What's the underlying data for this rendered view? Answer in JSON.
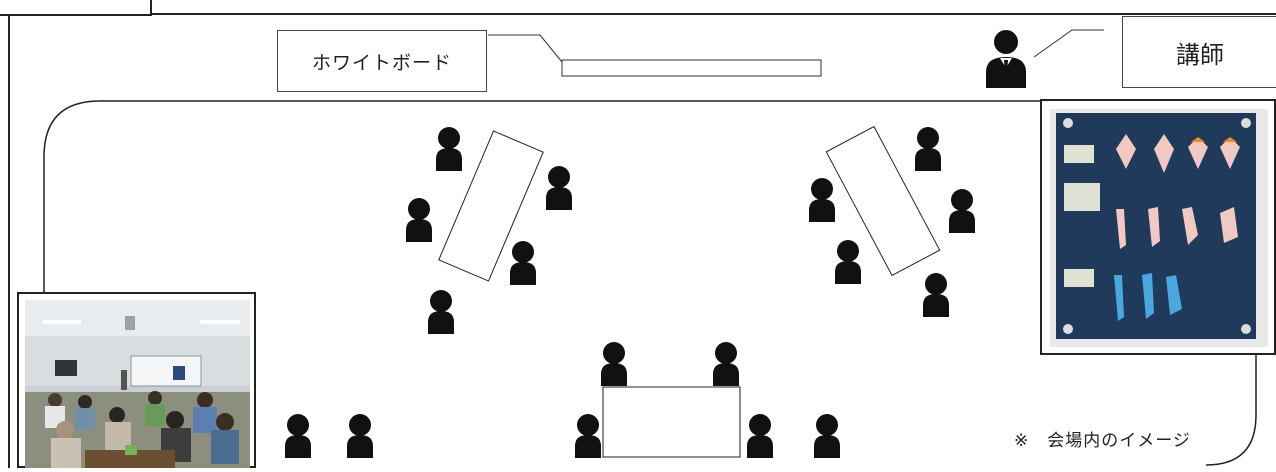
{
  "header": {
    "tag_text": ""
  },
  "whiteboard": {
    "label": "ホワイトボード"
  },
  "lecturer": {
    "label": "講師"
  },
  "note": {
    "text": "※　会場内のイメージ"
  },
  "photos": {
    "room": {
      "subject": "classroom-photo"
    },
    "origami": {
      "subject": "origami-board-photo"
    }
  },
  "colors": {
    "line": "#222222",
    "person": "#111111",
    "board_blue": "#1f3a5b",
    "paper_pink": "#f2c9c2",
    "paper_orange": "#f08a2a",
    "paper_blue": "#4aa7e0"
  }
}
